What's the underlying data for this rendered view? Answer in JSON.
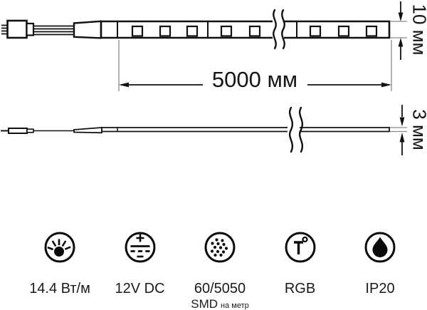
{
  "diagram": {
    "length_label": "5000 мм",
    "height_label": "10 мм",
    "thickness_label": "3 мм"
  },
  "specs": [
    {
      "icon": "light-output-icon",
      "label": "14.4 Вт/м"
    },
    {
      "icon": "dc-voltage-icon",
      "label": "12V DC"
    },
    {
      "icon": "led-density-icon",
      "label": "60/5050",
      "sub_main": "SMD",
      "sub_small": "на метр"
    },
    {
      "icon": "color-temperature-icon",
      "label": "RGB"
    },
    {
      "icon": "ip-rating-icon",
      "label": "IP20"
    }
  ],
  "colors": {
    "line": "#111111",
    "extension_line": "#8a8a8a",
    "background": "#ffffff"
  }
}
